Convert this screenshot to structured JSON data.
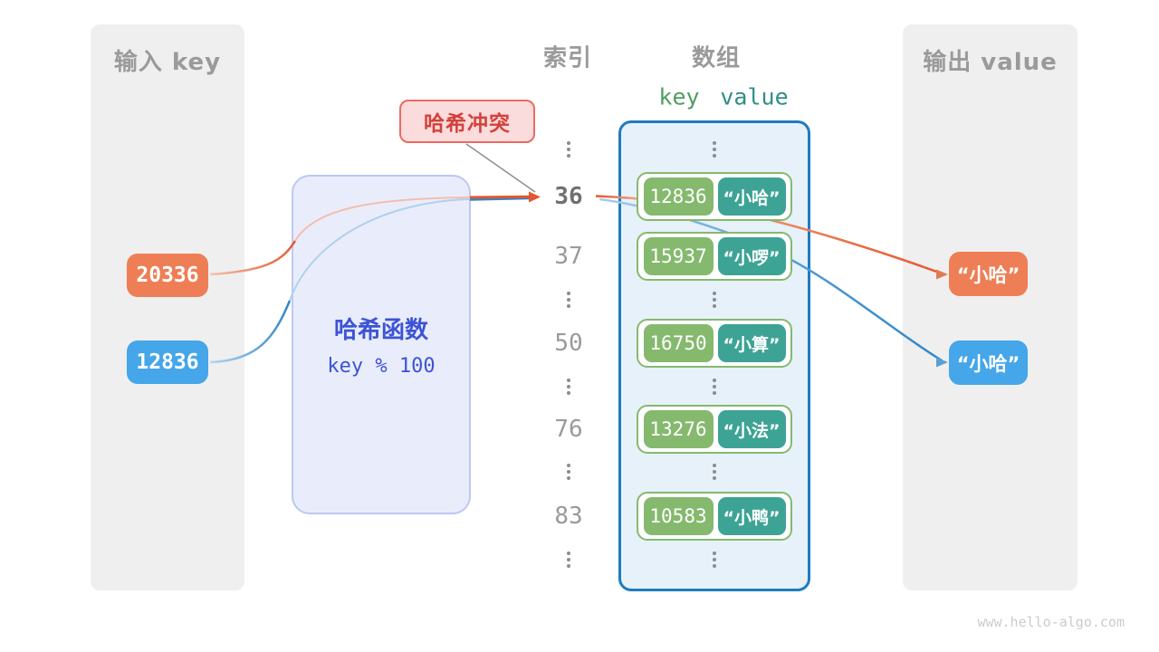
{
  "watermark": "www.hello-algo.com",
  "input_panel": {
    "title": "输入 key",
    "keys": [
      {
        "label": "20336",
        "color": "#ee7e55"
      },
      {
        "label": "12836",
        "color": "#45a6e9"
      }
    ]
  },
  "output_panel": {
    "title": "输出 value",
    "values": [
      {
        "label": "“小哈”",
        "color": "#ee7e55"
      },
      {
        "label": "“小哈”",
        "color": "#45a6e9"
      }
    ]
  },
  "hash_function": {
    "name": "哈希函数",
    "formula": "key % 100"
  },
  "collision_badge": {
    "label": "哈希冲突"
  },
  "index_column": {
    "title": "索引",
    "values": [
      "36",
      "37",
      "50",
      "76",
      "83"
    ],
    "highlighted": "36"
  },
  "array_column": {
    "title": "数组",
    "key_header": "key",
    "value_header": "value",
    "pairs": [
      {
        "key": "12836",
        "value": "“小哈”"
      },
      {
        "key": "15937",
        "value": "“小啰”"
      },
      {
        "key": "16750",
        "value": "“小算”"
      },
      {
        "key": "13276",
        "value": "“小法”"
      },
      {
        "key": "10583",
        "value": "“小鸭”"
      }
    ]
  },
  "colors": {
    "input_key_orange": "#ee7e55",
    "input_key_blue": "#45a6e9",
    "flow_orange": "#e2572f",
    "flow_blue": "#2e86c8",
    "pair_key_green": "#85b96e",
    "pair_value_teal": "#3da395",
    "array_border_blue": "#1f7bbf",
    "array_fill": "#e6f1fa",
    "hash_box_fill": "#e9edfb",
    "hash_text_blue": "#3d53d6",
    "collision_red": "#d4403a",
    "panel_gray": "#efefef"
  }
}
